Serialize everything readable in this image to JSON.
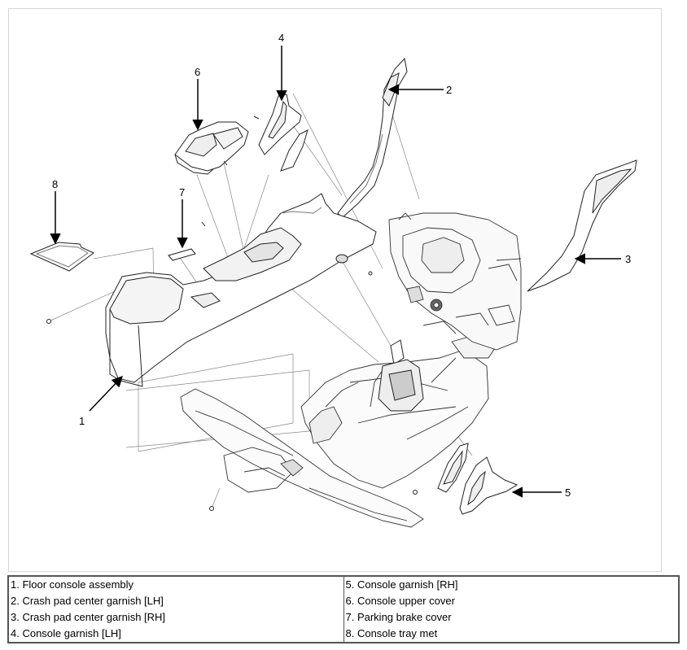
{
  "callouts": [
    "1",
    "2",
    "3",
    "4",
    "5",
    "6",
    "7",
    "8"
  ],
  "legend": {
    "left": [
      "1. Floor console assembly",
      "2. Crash pad center garnish [LH]",
      "3. Crash pad center garnish [RH]",
      "4. Console garnish [LH]"
    ],
    "right": [
      "5. Console garnish [RH]",
      "6. Console upper cover",
      "7. Parking brake cover",
      "8. Console tray met"
    ]
  }
}
